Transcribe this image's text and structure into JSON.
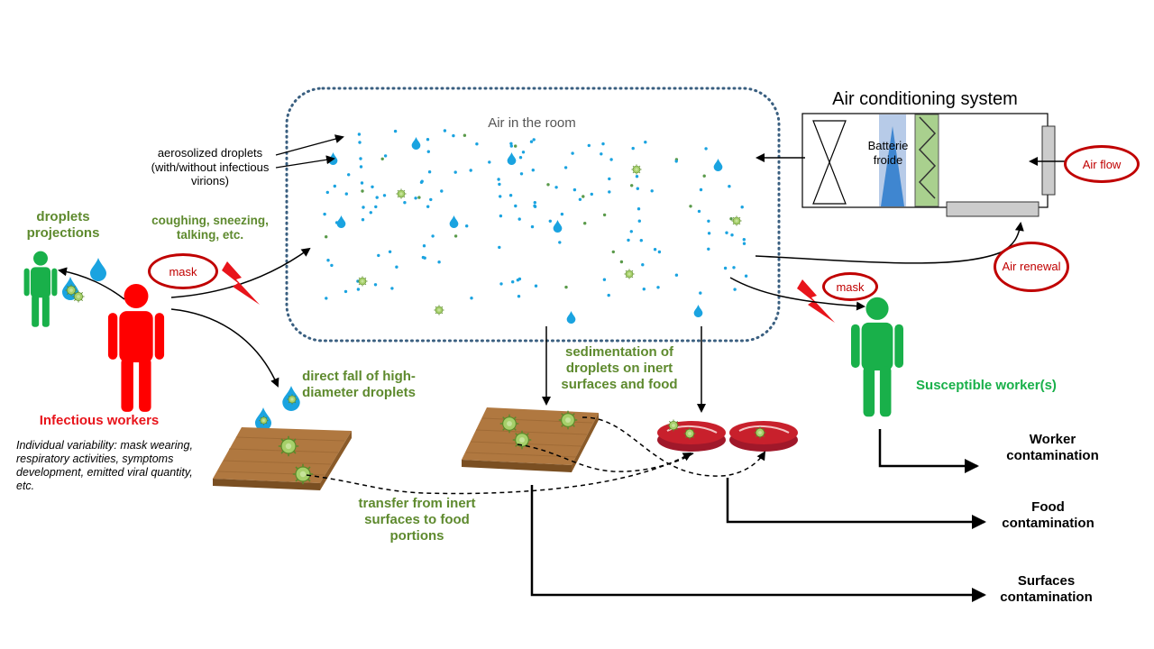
{
  "labels": {
    "ac_title": "Air conditioning system",
    "batterie": "Batterie froide",
    "air_flow": "Air flow",
    "air_renewal": "Air renewal",
    "air_room": "Air in the room",
    "aerosol": "aerosolized droplets (with/without infectious virions)",
    "droplets_proj": "droplets projections",
    "coughing": "coughing, sneezing, talking, etc.",
    "mask_left": "mask",
    "mask_right": "mask",
    "infectious": "Infectious workers",
    "individual": "Individual variability: mask wearing, respiratory activities, symptoms development, emitted viral quantity, etc.",
    "direct_fall": "direct fall of high-diameter droplets",
    "sedimentation": "sedimentation of droplets on inert surfaces and food",
    "transfer": "transfer from inert surfaces to food portions",
    "susceptible": "Susceptible worker(s)",
    "worker_contam": "Worker contamination",
    "food_contam": "Food contamination",
    "surface_contam": "Surfaces contamination"
  },
  "colors": {
    "infectious": "#ff0000",
    "susceptible": "#19b04a",
    "droplet": "#1aa3e0",
    "virus": "#8fbf3a",
    "ellipse": "#c00000",
    "label_green": "#5e8a2e",
    "room_border": "#3a5f80",
    "meat": "#c8202c",
    "wood": "#b07840"
  }
}
